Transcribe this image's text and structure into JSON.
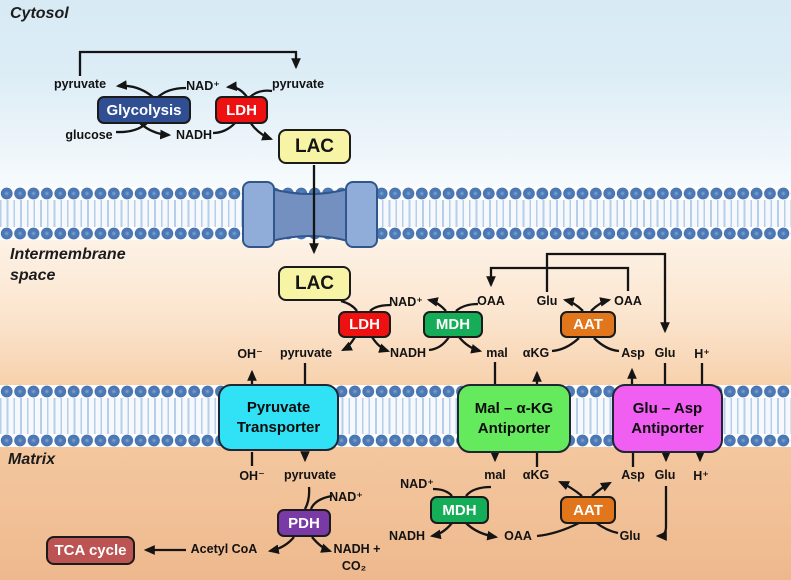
{
  "regions": {
    "cytosol": "Cytosol",
    "intermembrane_line1": "Intermembrane",
    "intermembrane_line2": "space",
    "matrix": "Matrix"
  },
  "boxes": {
    "glycolysis": "Glycolysis",
    "ldh_cytosol": "LDH",
    "lac_cytosol": "LAC",
    "lac_ims": "LAC",
    "ldh_ims": "LDH",
    "mdh_ims": "MDH",
    "aat_ims": "AAT",
    "pyruvate_transporter_line1": "Pyruvate",
    "pyruvate_transporter_line2": "Transporter",
    "mal_akg_antiporter_line1": "Mal – α-KG",
    "mal_akg_antiporter_line2": "Antiporter",
    "glu_asp_antiporter_line1": "Glu – Asp",
    "glu_asp_antiporter_line2": "Antiporter",
    "pdh": "PDH",
    "mdh_matrix": "MDH",
    "aat_matrix": "AAT",
    "tca": "TCA cycle"
  },
  "metabolites": {
    "cyt_pyruvate_left": "pyruvate",
    "cyt_nad": "NAD⁺",
    "cyt_pyruvate_right": "pyruvate",
    "cyt_glucose": "glucose",
    "cyt_nadh": "NADH",
    "ims_nad": "NAD⁺",
    "ims_oaa_left": "OAA",
    "ims_glu_top": "Glu",
    "ims_oaa_right": "OAA",
    "ims_oh": "OH⁻",
    "ims_pyruvate": "pyruvate",
    "ims_nadh": "NADH",
    "ims_mal": "mal",
    "ims_akg": "αKG",
    "ims_asp": "Asp",
    "ims_glu_bottom": "Glu",
    "ims_h": "H⁺",
    "mat_oh": "OH⁻",
    "mat_pyruvate": "pyruvate",
    "mat_nad_pdh": "NAD⁺",
    "mat_nad_mdh": "NAD⁺",
    "mat_mal": "mal",
    "mat_akg": "αKG",
    "mat_asp": "Asp",
    "mat_glu_upper": "Glu",
    "mat_h": "H⁺",
    "mat_nadh_mdh": "NADH",
    "mat_oaa": "OAA",
    "mat_glu_lower": "Glu",
    "mat_acetyl_coa": "Acetyl CoA",
    "mat_nadh_plus": "NADH +",
    "mat_co2": "CO₂"
  },
  "structures": {
    "outer_membrane": "outer mitochondrial membrane (lipid bilayer)",
    "inner_membrane": "inner mitochondrial membrane (lipid bilayer)",
    "lactate_channel": "membrane channel for LAC"
  },
  "colors": {
    "glycolysis_box": "#2f4f92",
    "ldh_box": "#ee1111",
    "lac_box": "#f8f4a5",
    "mdh_box": "#16ad58",
    "aat_box": "#e2761c",
    "pdh_box": "#7a3aa6",
    "tca_box": "#bb5452",
    "pyruvate_transporter_box": "#31e1f5",
    "mal_akg_antiporter_box": "#65ea5e",
    "glu_asp_antiporter_box": "#f05ef2",
    "membrane_head": "#4c79b6",
    "channel_fill": "#8fadd8",
    "arrow": "#141414"
  }
}
